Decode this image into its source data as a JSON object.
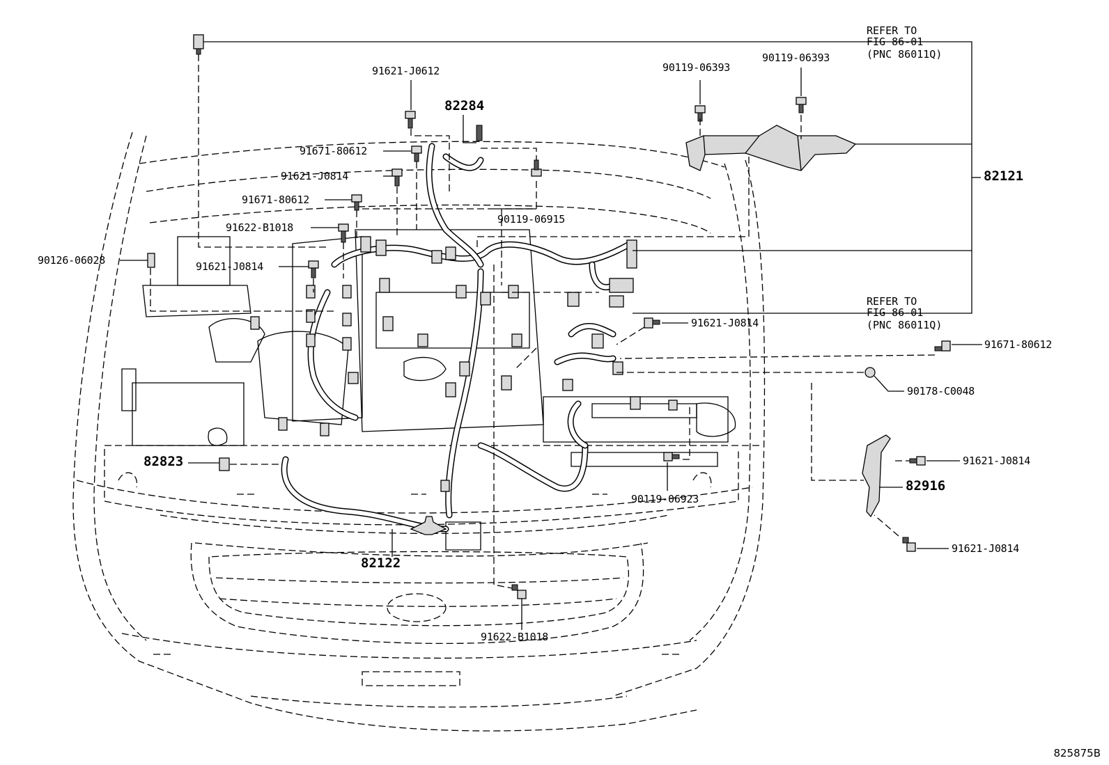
{
  "labels": {
    "p91621_J0612": "91621-J0612",
    "p82284": "82284",
    "p91671_80612_a": "91671-80612",
    "p91621_J0814_a": "91621-J0814",
    "p91671_80612_b": "91671-80612",
    "p90119_06915": "90119-06915",
    "p91622_B1018_a": "91622-B1018",
    "p90126_06028": "90126-06028",
    "p91621_J0814_b": "91621-J0814",
    "p90119_06393_a": "90119-06393",
    "p90119_06393_b": "90119-06393",
    "p82121": "82121",
    "p91621_J0814_c": "91621-J0814",
    "p91671_80612_c": "91671-80612",
    "p90178_C0048": "90178-C0048",
    "p91621_J0814_d": "91621-J0814",
    "p82916": "82916",
    "p91621_J0814_e": "91621-J0814",
    "p82823": "82823",
    "p90119_06923": "90119-06923",
    "p82122": "82122",
    "p91622_B1018_b": "91622-B1018"
  },
  "references": {
    "top": {
      "line1": "REFER TO",
      "line2": "FIG 86-01",
      "line3": "(PNC 86011Q)"
    },
    "mid": {
      "line1": "REFER TO",
      "line2": "FIG 86-01",
      "line3": "(PNC 86011Q)"
    }
  },
  "figure_number": "825875B"
}
